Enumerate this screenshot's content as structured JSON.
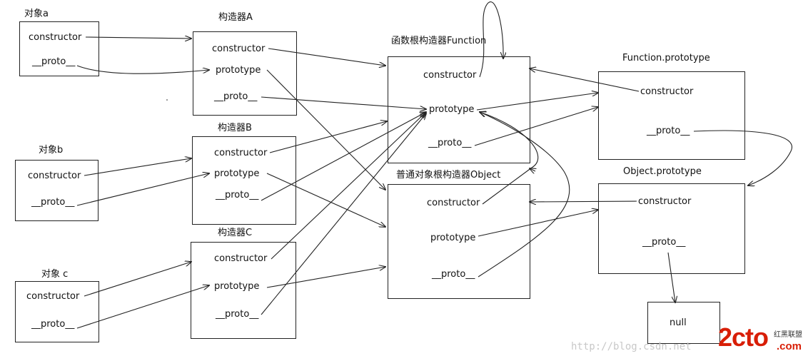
{
  "labels": {
    "obj_a": "对象a",
    "obj_b": "对象b",
    "obj_c": "对象 c",
    "ctor_a": "构造器A",
    "ctor_b": "构造器B",
    "ctor_c": "构造器C",
    "func_root": "函数根构造器Function",
    "obj_root": "普通对象根构造器Object",
    "func_proto": "Function.prototype",
    "obj_proto": "Object.prototype"
  },
  "props": {
    "constructor": "constructor",
    "prototype": "prototype",
    "proto": "__proto__"
  },
  "null_label": "null",
  "watermark": {
    "url": "http://blog.csdn.net",
    "logo_main": "2cto",
    "logo_sub": ".com",
    "logo_cn": "红黑联盟"
  },
  "colors": {
    "line": "#222222",
    "logo_red": "#d81e06"
  }
}
